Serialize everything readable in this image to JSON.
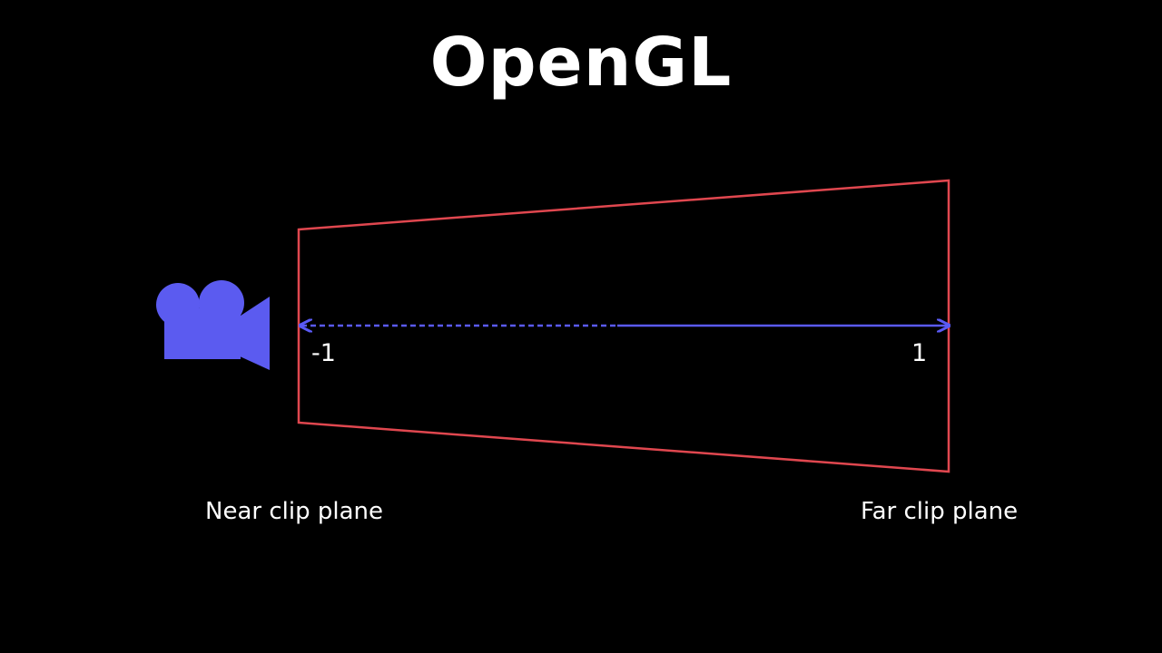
{
  "title": "OpenGL",
  "camera": {
    "icon": "video-camera-icon"
  },
  "axis": {
    "near_value": "-1",
    "far_value": "1"
  },
  "labels": {
    "near_plane": "Near clip plane",
    "far_plane": "Far clip plane"
  },
  "colors": {
    "background": "#000000",
    "frustum": "#e0474f",
    "axis": "#5a5af5",
    "camera": "#5b5bf0",
    "text": "#ffffff"
  }
}
